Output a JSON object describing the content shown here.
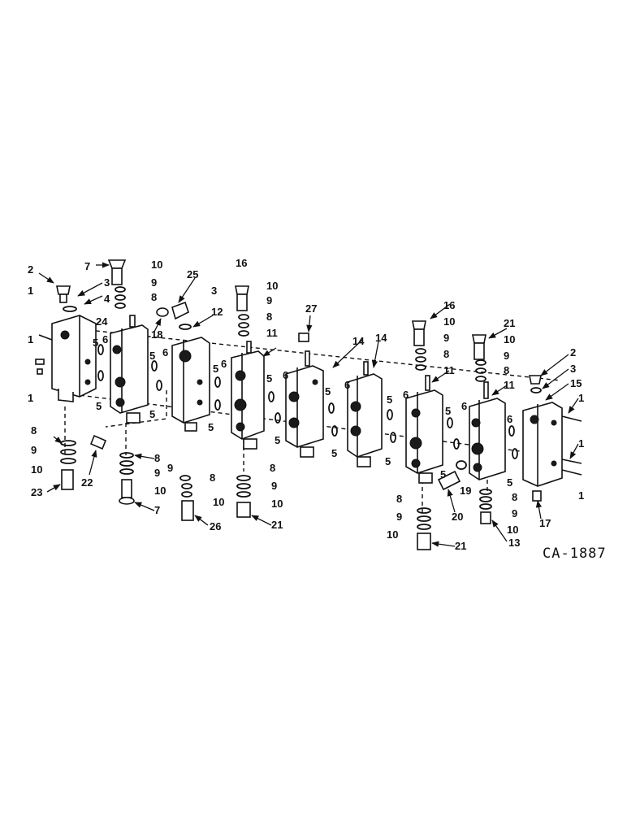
{
  "figure_code": "CA-1887",
  "part_numbers": [
    "1",
    "2",
    "3",
    "4",
    "5",
    "6",
    "7",
    "8",
    "9",
    "10",
    "11",
    "12",
    "13",
    "14",
    "15",
    "16",
    "17",
    "18",
    "19",
    "20",
    "21",
    "22",
    "23",
    "24",
    "25",
    "26",
    "27"
  ]
}
